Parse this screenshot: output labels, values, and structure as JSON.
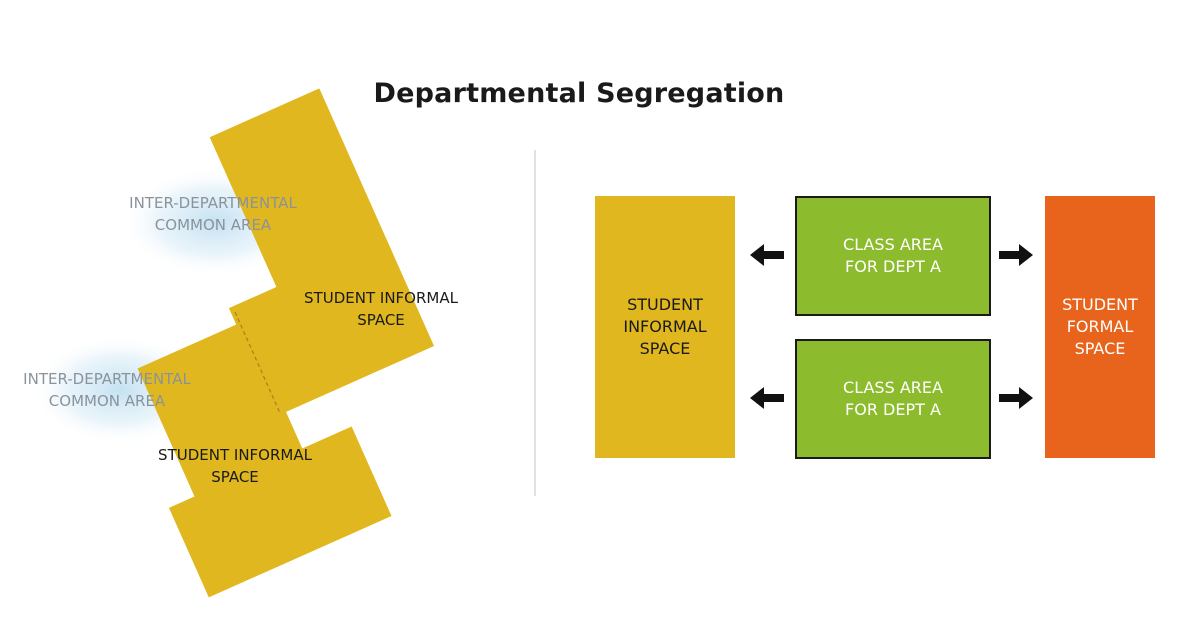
{
  "title": "Departmental Segregation",
  "colors": {
    "yellow": "#e0b71e",
    "green": "#8cbc2e",
    "orange": "#e8641c",
    "divider": "#d9d9d9",
    "glow": "#b9dcef"
  },
  "left_panel": {
    "common_area_1": "INTER-DEPARTMENTAL\nCOMMON AREA",
    "common_area_2": "INTER-DEPARTMENTAL\nCOMMON AREA",
    "informal_space_1": "STUDENT INFORMAL\nSPACE",
    "informal_space_2": "STUDENT INFORMAL\nSPACE"
  },
  "right_panel": {
    "informal_space": "STUDENT\nINFORMAL\nSPACE",
    "class_area_1": "CLASS AREA\nFOR DEPT A",
    "class_area_2": "CLASS AREA\nFOR DEPT A",
    "formal_space": "STUDENT\nFORMAL\nSPACE"
  },
  "icons": {
    "arrow_left": "arrow-left-icon",
    "arrow_right": "arrow-right-icon"
  }
}
